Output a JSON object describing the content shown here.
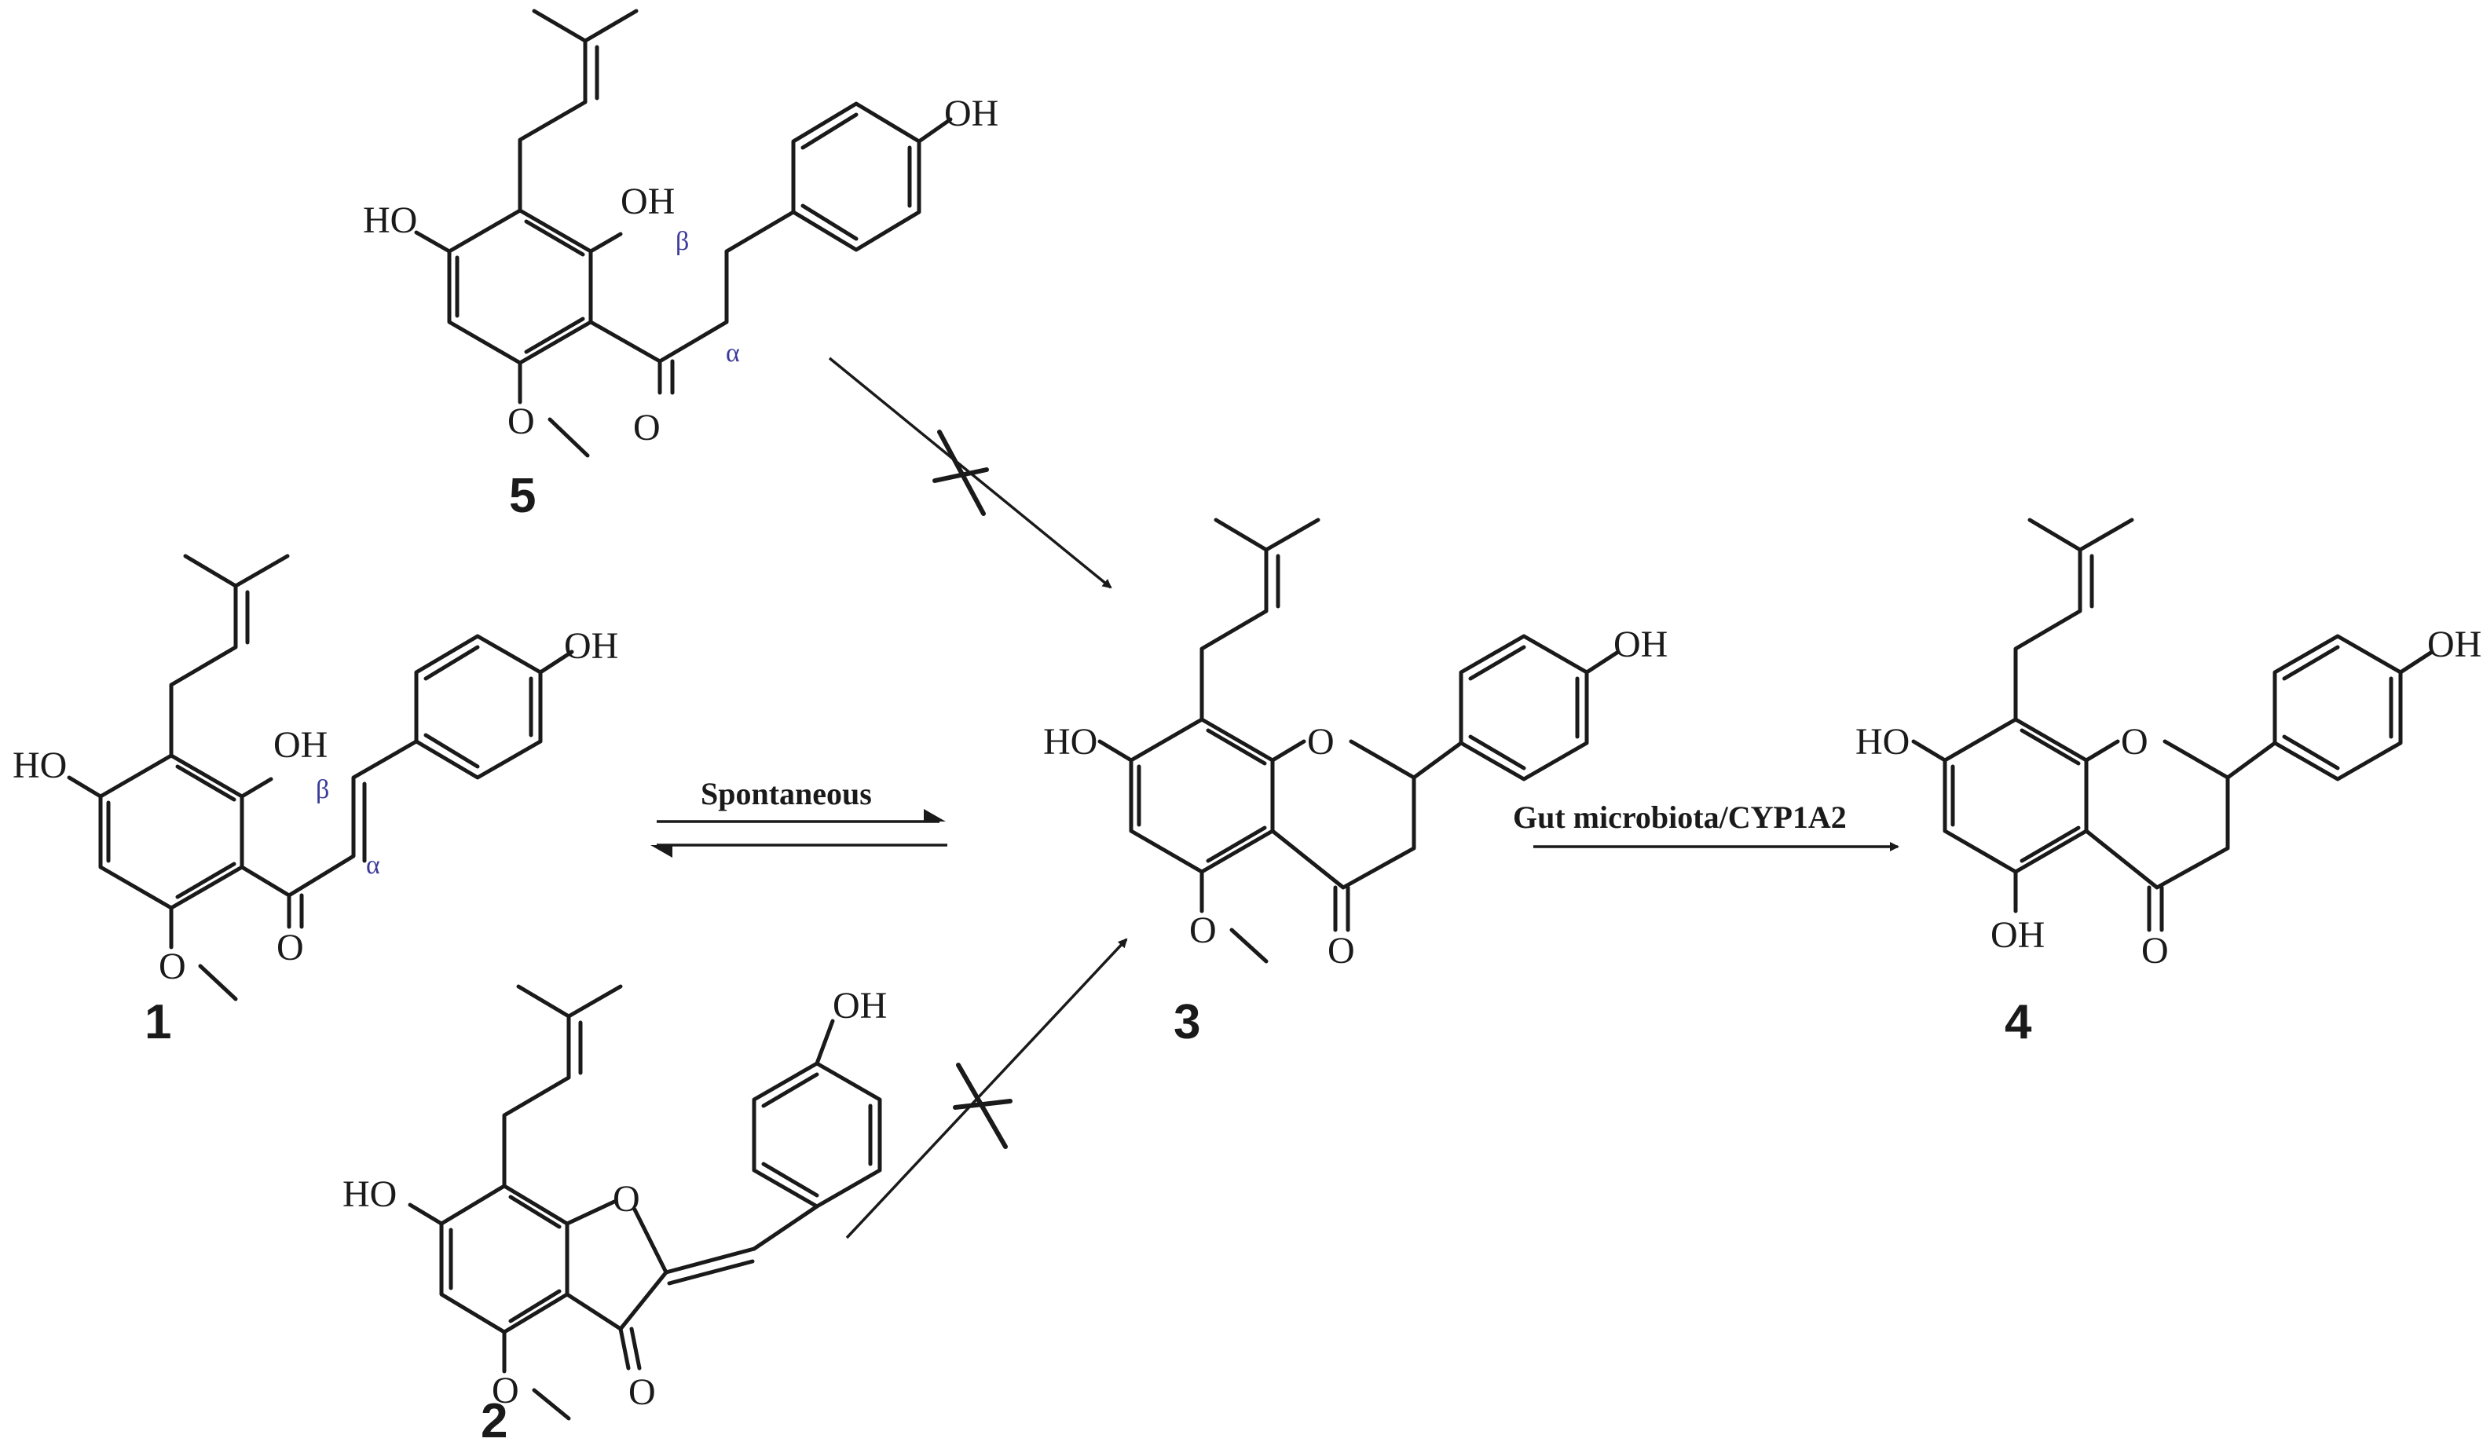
{
  "atoms": {
    "hydroxyl": "OH",
    "hydroxyl_left": "HO",
    "oxygen": "O"
  },
  "greek": {
    "alpha": "α",
    "beta": "β"
  },
  "compounds": {
    "c1": {
      "label": "1"
    },
    "c2": {
      "label": "2"
    },
    "c3": {
      "label": "3"
    },
    "c4": {
      "label": "4"
    },
    "c5": {
      "label": "5"
    }
  },
  "reactions": {
    "equilibrium_1_3": {
      "label": "Spontaneous"
    },
    "conversion_3_4": {
      "label": "Gut microbiota/CYP1A2"
    },
    "blocked_5_3": {
      "blocked": true
    },
    "blocked_2_3": {
      "blocked": true
    }
  },
  "colors": {
    "line": "#1a1a1a",
    "greek": "#3a3a9a",
    "background": "#ffffff"
  }
}
